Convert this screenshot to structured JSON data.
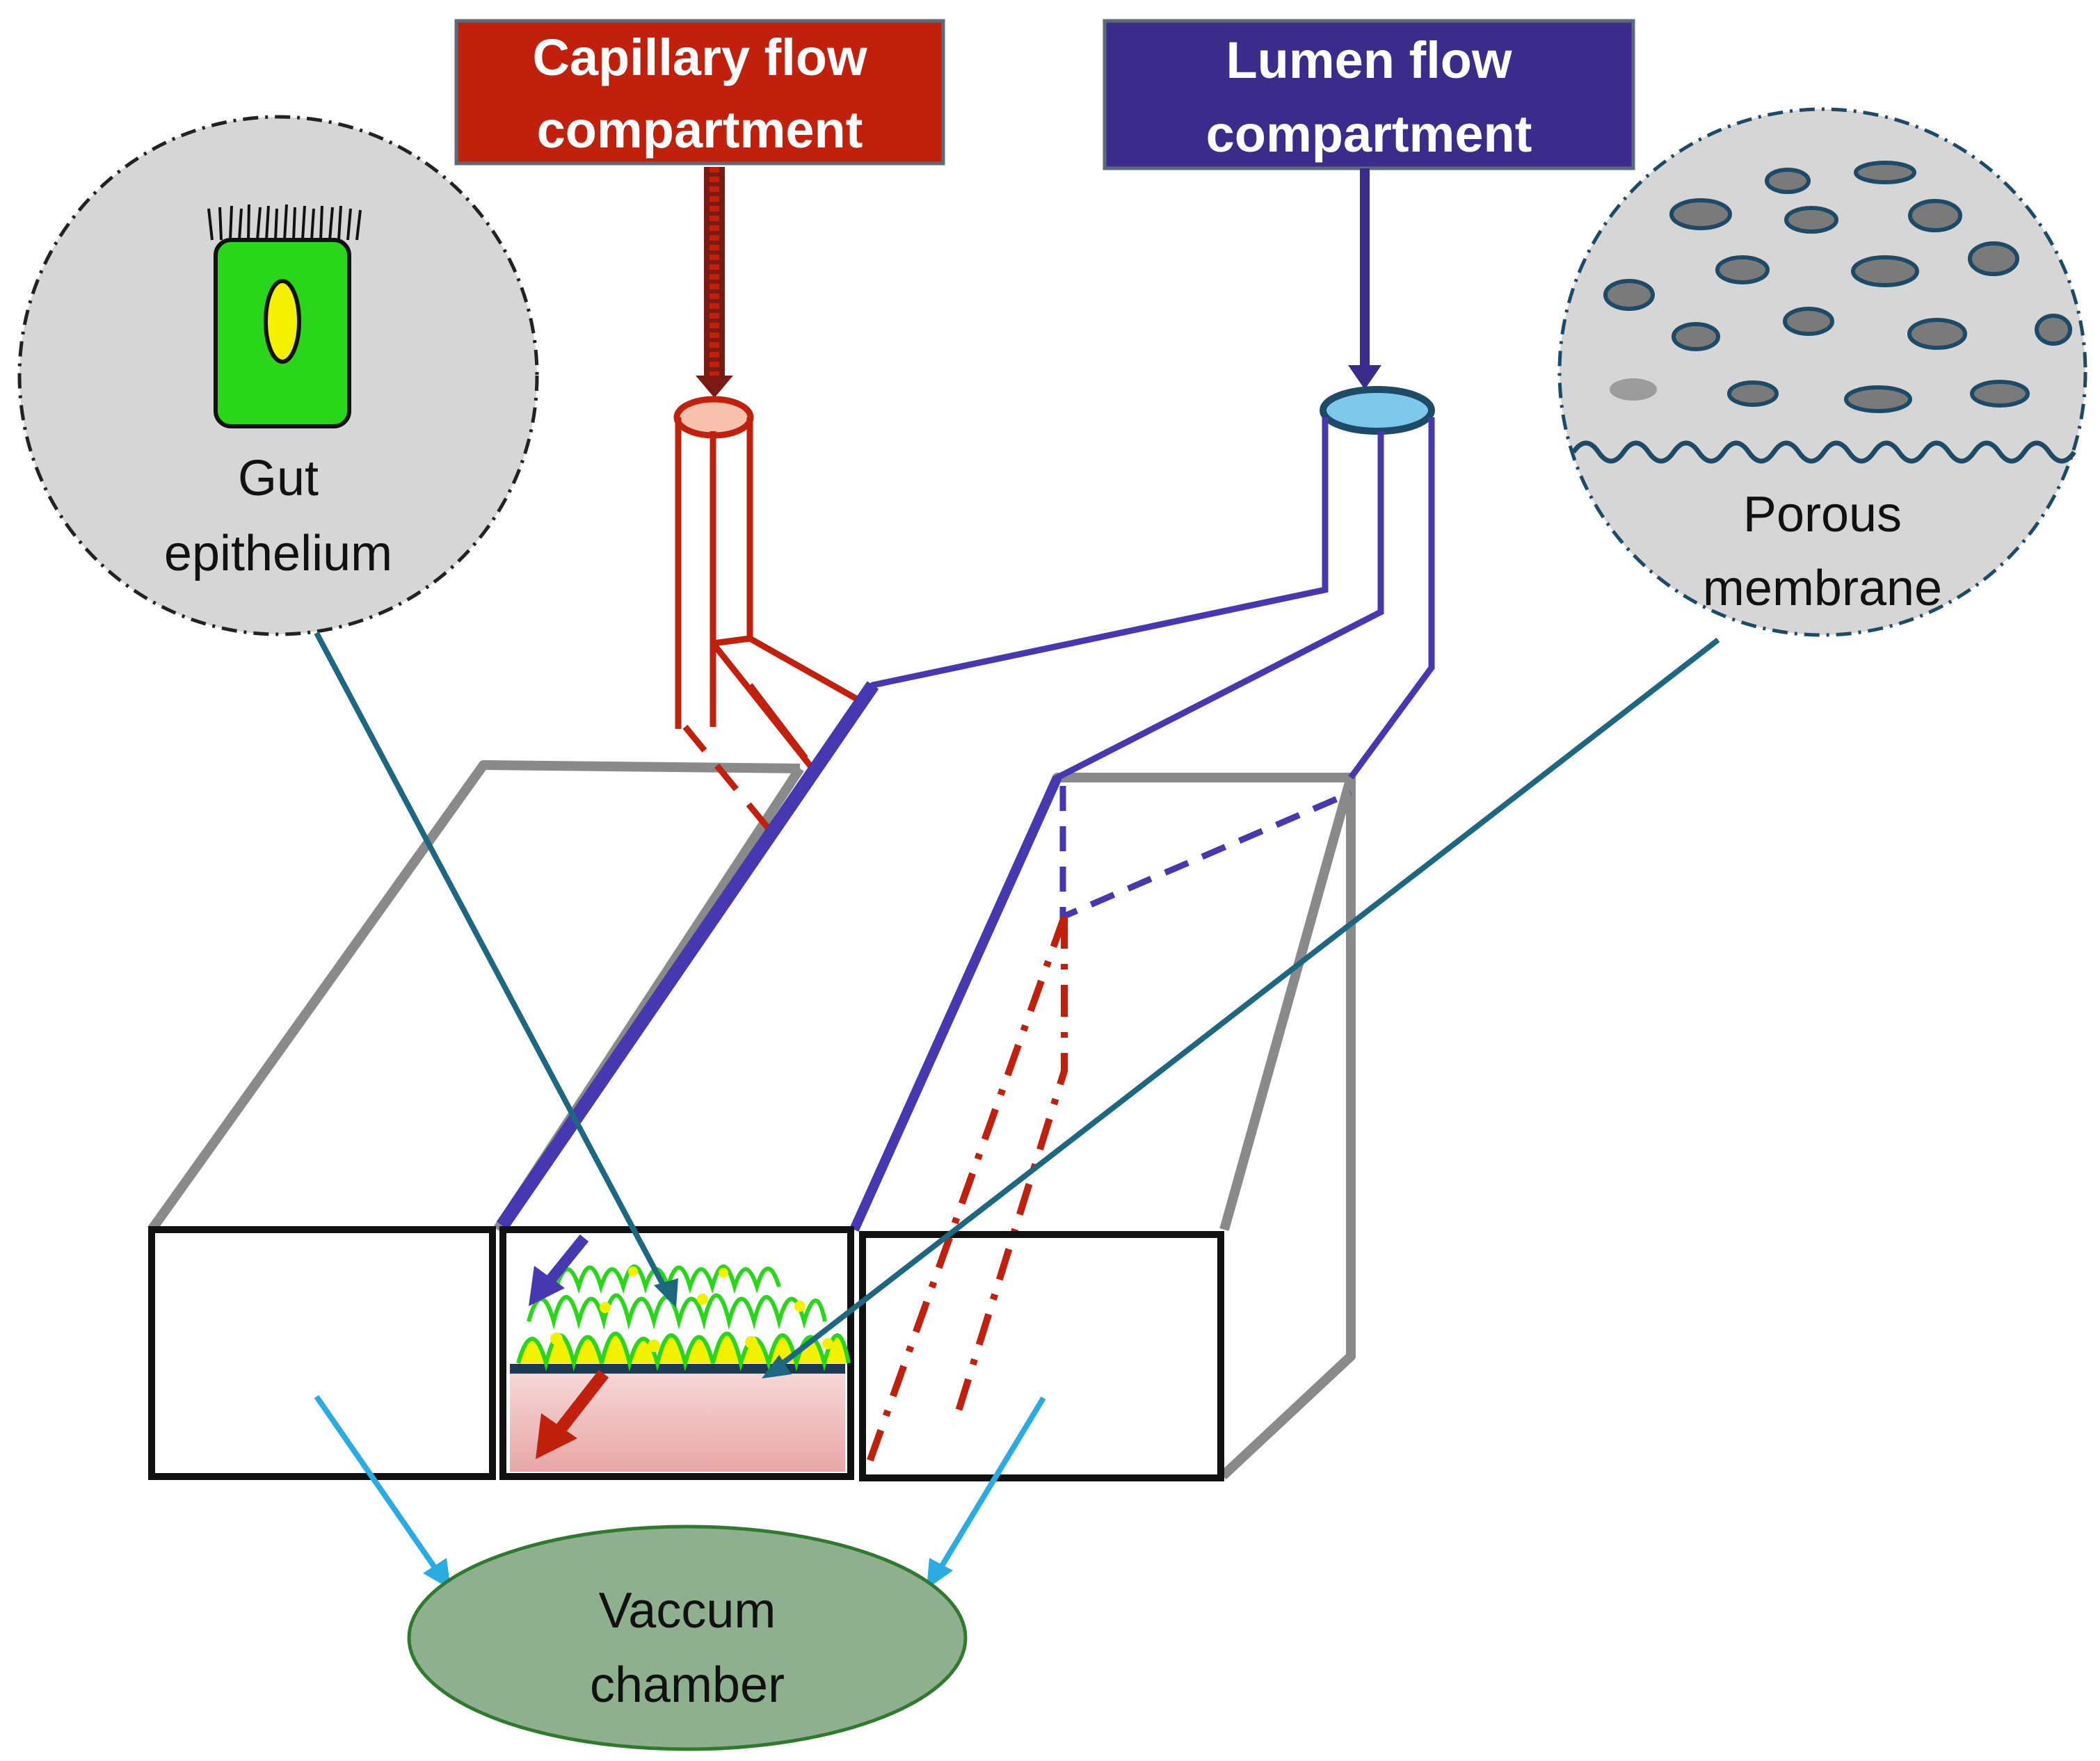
{
  "labels": {
    "capillary_line1": "Capillary flow",
    "capillary_line2": "compartment",
    "lumen_line1": "Lumen flow",
    "lumen_line2": "compartment",
    "gut_line1": "Gut",
    "gut_line2": "epithelium",
    "porous_line1": "Porous",
    "porous_line2": "membrane",
    "vacuum_line1": "Vaccum",
    "vacuum_line2": "chamber"
  },
  "colors": {
    "capillary": "#c0200c",
    "lumen": "#3b2b8a",
    "lumen_line": "#4638b0",
    "frame_gray": "#8a8a8a",
    "pointer": "#1d6781",
    "vacuum_arrow": "#2aace2",
    "vacuum_fill": "#8fb08f",
    "cell_green": "#2ad61a",
    "nucleus_yellow": "#f3f000",
    "inset_fill": "#d6d6d6"
  }
}
